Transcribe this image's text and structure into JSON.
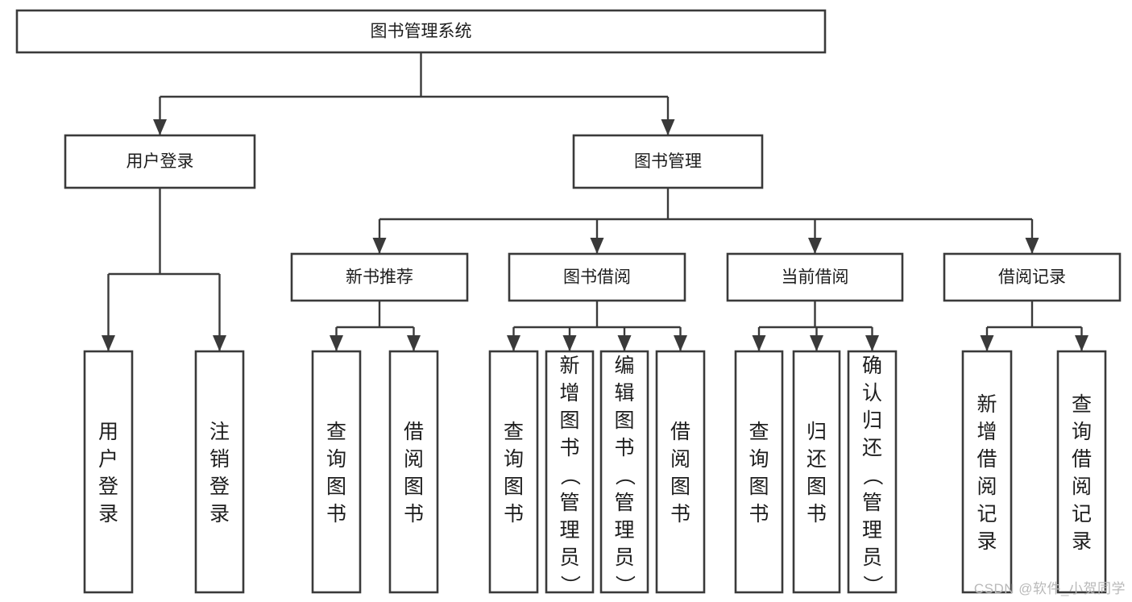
{
  "diagram": {
    "title": "图书管理系统",
    "type": "tree",
    "watermark": "CSDN @软件_小贺同学",
    "colors": {
      "stroke": "#3a3a3a",
      "box_fill": "#ffffff",
      "text": "#1d1d1d",
      "watermark": "#b9b9b9",
      "background": "#ffffff"
    },
    "levels": [
      {
        "level": 1,
        "nodes": [
          {
            "id": "root",
            "label": "图书管理系统",
            "orientation": "horizontal"
          }
        ]
      },
      {
        "level": 2,
        "nodes": [
          {
            "id": "user-login",
            "label": "用户登录",
            "parent": "root",
            "orientation": "horizontal"
          },
          {
            "id": "book-manage",
            "label": "图书管理",
            "parent": "root",
            "orientation": "horizontal"
          }
        ]
      },
      {
        "level": 3,
        "nodes": [
          {
            "id": "new-book-recommend",
            "label": "新书推荐",
            "parent": "book-manage",
            "orientation": "horizontal"
          },
          {
            "id": "book-borrow",
            "label": "图书借阅",
            "parent": "book-manage",
            "orientation": "horizontal"
          },
          {
            "id": "current-borrow",
            "label": "当前借阅",
            "parent": "book-manage",
            "orientation": "horizontal"
          },
          {
            "id": "borrow-record",
            "label": "借阅记录",
            "parent": "book-manage",
            "orientation": "horizontal"
          }
        ]
      },
      {
        "level": 4,
        "nodes": [
          {
            "id": "leaf-user-login",
            "label": "用户登录",
            "parent": "user-login",
            "orientation": "vertical"
          },
          {
            "id": "leaf-logout-login",
            "label": "注销登录",
            "parent": "user-login",
            "orientation": "vertical"
          },
          {
            "id": "leaf-query-book-1",
            "label": "查询图书",
            "parent": "new-book-recommend",
            "orientation": "vertical"
          },
          {
            "id": "leaf-borrow-book-1",
            "label": "借阅图书",
            "parent": "new-book-recommend",
            "orientation": "vertical"
          },
          {
            "id": "leaf-query-book-2",
            "label": "查询图书",
            "parent": "book-borrow",
            "orientation": "vertical"
          },
          {
            "id": "leaf-add-book",
            "label": "新增图书（管理员）",
            "parent": "book-borrow",
            "orientation": "vertical"
          },
          {
            "id": "leaf-edit-book",
            "label": "编辑图书（管理员）",
            "parent": "book-borrow",
            "orientation": "vertical"
          },
          {
            "id": "leaf-borrow-book-2",
            "label": "借阅图书",
            "parent": "book-borrow",
            "orientation": "vertical"
          },
          {
            "id": "leaf-query-book-3",
            "label": "查询图书",
            "parent": "current-borrow",
            "orientation": "vertical"
          },
          {
            "id": "leaf-return-book",
            "label": "归还图书",
            "parent": "current-borrow",
            "orientation": "vertical"
          },
          {
            "id": "leaf-confirm-return",
            "label": "确认归还（管理员）",
            "parent": "current-borrow",
            "orientation": "vertical"
          },
          {
            "id": "leaf-add-record",
            "label": "新增借阅记录",
            "parent": "borrow-record",
            "orientation": "vertical"
          },
          {
            "id": "leaf-query-record",
            "label": "查询借阅记录",
            "parent": "borrow-record",
            "orientation": "vertical"
          }
        ]
      }
    ]
  }
}
